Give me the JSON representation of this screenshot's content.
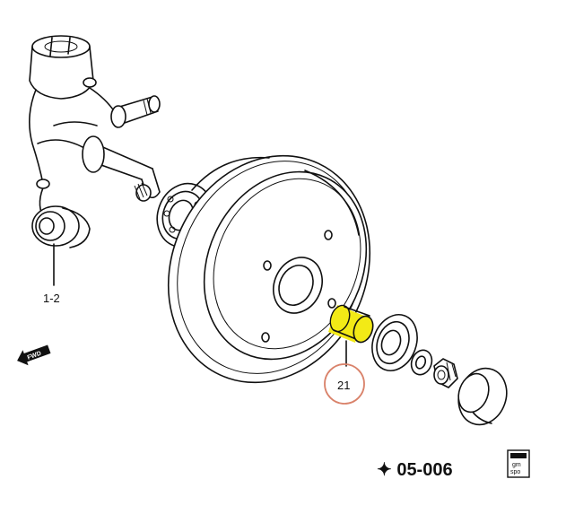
{
  "callouts": {
    "knuckle_ref": "1-2",
    "spacer_ref": "21"
  },
  "fwd_label": "FWD",
  "reference_code": "✦ 05-006",
  "badge": {
    "line1": "gm",
    "line2": "spo"
  },
  "colors": {
    "highlight": "#f3ea16",
    "callout_circle": "#d9826a",
    "line": "#111111",
    "background": "#ffffff"
  },
  "icons": [
    "fwd-arrow-icon",
    "gmspo-logo-icon"
  ]
}
